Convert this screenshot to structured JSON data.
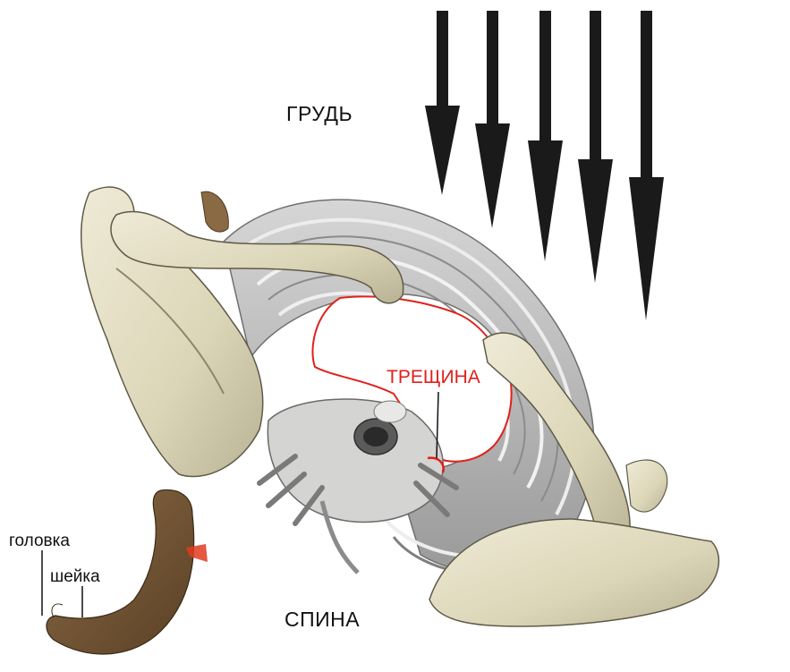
{
  "labels": {
    "chest": "ГРУДЬ",
    "back": "СПИНА",
    "fracture": "ТРЕЩИНА",
    "rib_head": "головка",
    "rib_neck": "шейка"
  },
  "colors": {
    "fracture": "#e0201c",
    "text": "#111111",
    "arrow": "#1a1a1a",
    "bone": "#e6e1c8",
    "rib": "#b9b9b9"
  },
  "icons": {
    "force_arrows": "down-arrow-icon",
    "fracture_mark": "fracture-icon"
  }
}
